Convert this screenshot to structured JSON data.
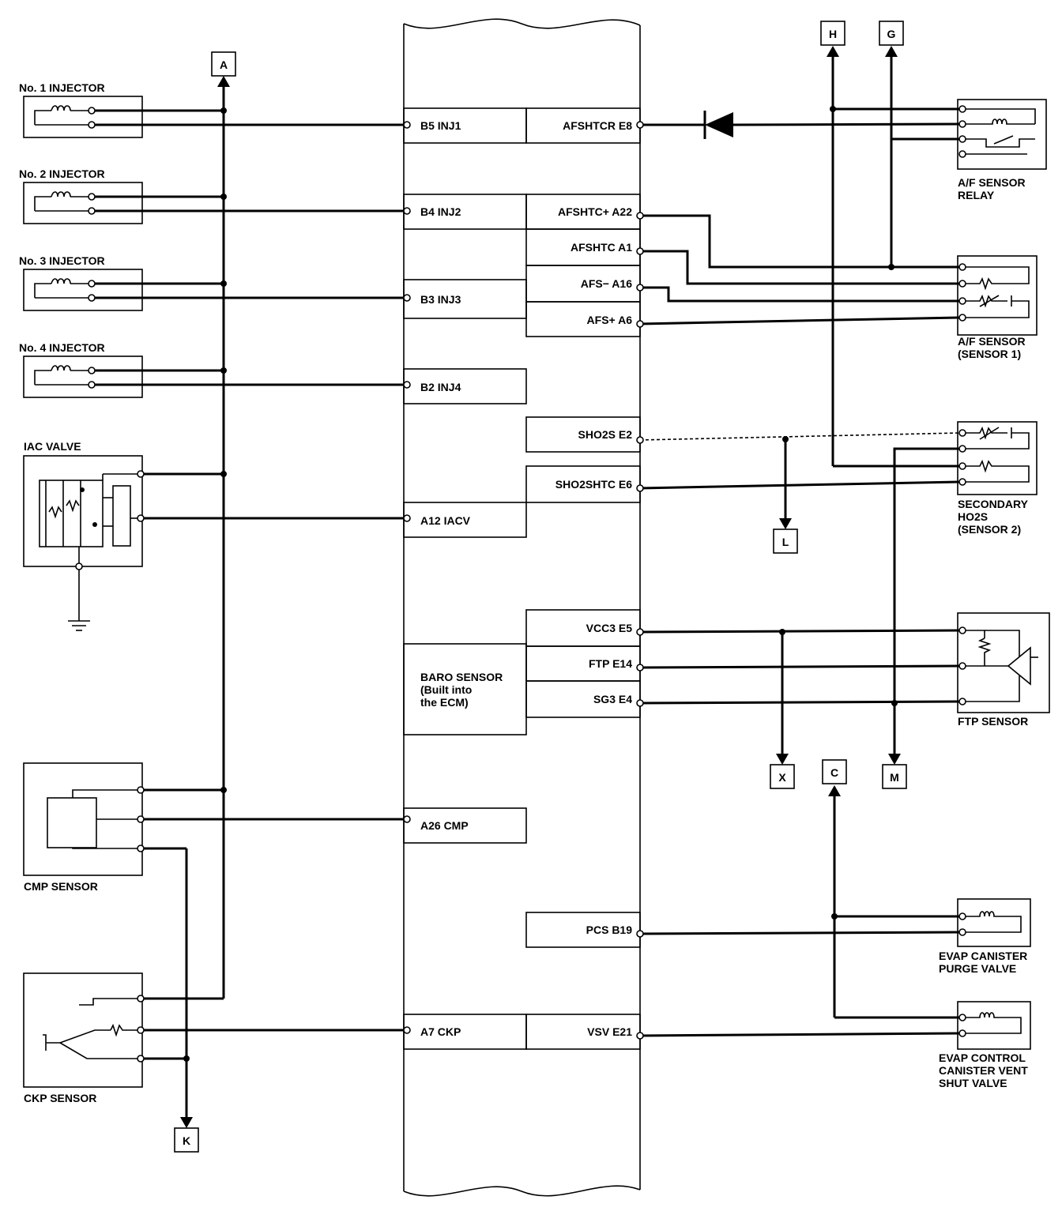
{
  "components": {
    "inj1": "No. 1 INJECTOR",
    "inj2": "No. 2 INJECTOR",
    "inj3": "No. 3 INJECTOR",
    "inj4": "No. 4 INJECTOR",
    "iac": "IAC VALVE",
    "cmp": "CMP SENSOR",
    "ckp": "CKP SENSOR",
    "afrelay": [
      "A/F SENSOR",
      "RELAY"
    ],
    "afsensor": [
      "A/F SENSOR",
      "(SENSOR 1)"
    ],
    "ho2s": [
      "SECONDARY",
      "HO2S",
      "(SENSOR 2)"
    ],
    "ftp": "FTP SENSOR",
    "purge": [
      "EVAP CANISTER",
      "PURGE VALVE"
    ],
    "vent": [
      "EVAP CONTROL",
      "CANISTER VENT",
      "SHUT VALVE"
    ],
    "baro": [
      "BARO SENSOR",
      "(Built into",
      "the ECM)"
    ]
  },
  "ecm_pins_left": {
    "b5": "B5 INJ1",
    "b4": "B4 INJ2",
    "b3": "B3 INJ3",
    "b2": "B2 INJ4",
    "a12": "A12 IACV",
    "a26": "A26 CMP",
    "a7": "A7 CKP"
  },
  "ecm_pins_right": {
    "e8": "AFSHTCR E8",
    "a22": "AFSHTC+ A22",
    "a1": "AFSHTC A1",
    "a16": "AFS− A16",
    "a6": "AFS+ A6",
    "e2": "SHO2S E2",
    "e6": "SHO2SHTC E6",
    "e5": "VCC3 E5",
    "e14": "FTP E14",
    "e4": "SG3 E4",
    "b19": "PCS B19",
    "e21": "VSV E21"
  },
  "connectors": {
    "a": "A",
    "h": "H",
    "g": "G",
    "l": "L",
    "x": "X",
    "c": "C",
    "m": "M",
    "k": "K"
  }
}
